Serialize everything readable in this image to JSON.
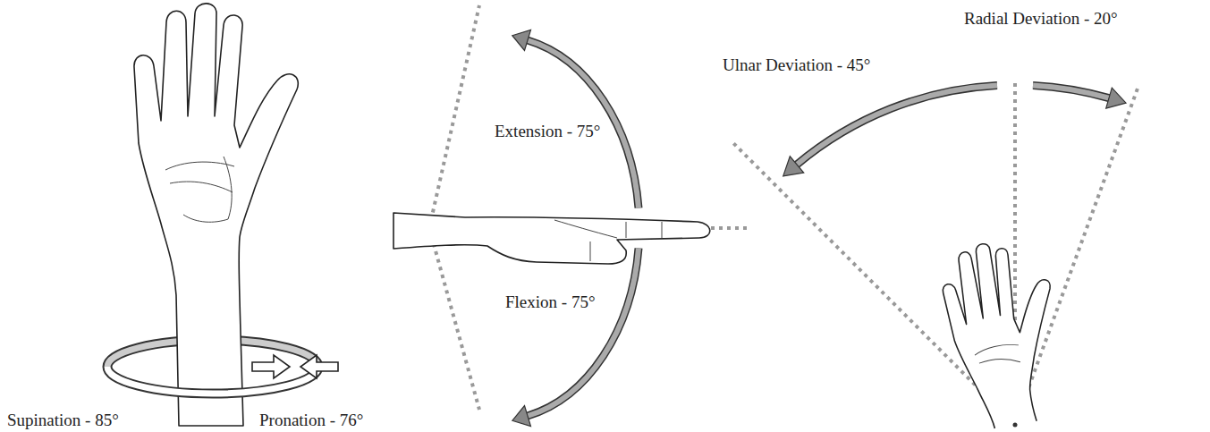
{
  "diagram": {
    "labels": [
      "Radial Deviation - 20°",
      "Ulnar Deviation - 45°",
      "Extension - 75°",
      "Flexion - 75°",
      "Supination - 85°",
      "Pronation - 76°"
    ]
  }
}
